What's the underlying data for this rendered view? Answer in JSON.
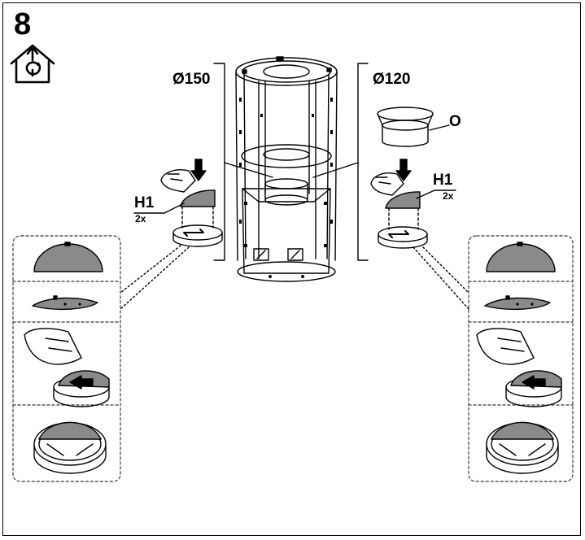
{
  "step_number": "8",
  "icon_name": "house-recirculation-icon",
  "labels": {
    "diameter_left": "Ø150",
    "diameter_right": "Ø120",
    "part_o": "O",
    "part_h1_left": "H1",
    "qty_left": "2x",
    "part_h1_right": "H1",
    "qty_right": "2x"
  },
  "colors": {
    "line": "#000000",
    "metal_fill": "#ffffff",
    "valve_fill": "#8a8a8a",
    "panel_dash": "#555555"
  }
}
